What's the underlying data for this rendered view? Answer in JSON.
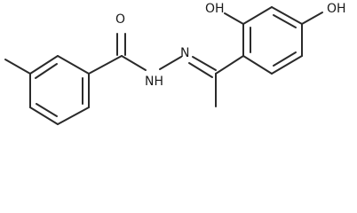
{
  "molecule": {
    "atoms": {
      "O_carbonyl": "O",
      "NH": "NH",
      "N_imine": "N",
      "OH_top": "OH",
      "OH_right": "OH"
    }
  }
}
